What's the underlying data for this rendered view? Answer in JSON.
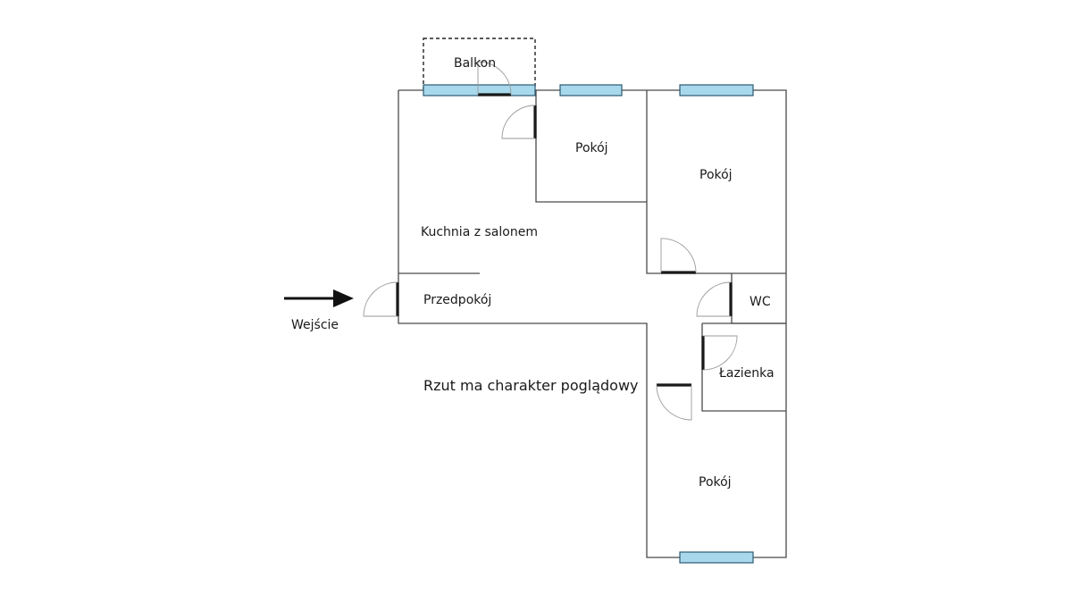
{
  "floorplan": {
    "rooms": {
      "balcony": "Balkon",
      "room_small": "Pokój",
      "room_top_right": "Pokój",
      "kitchen_living": "Kuchnia z salonem",
      "hallway": "Przedpokój",
      "wc": "WC",
      "bathroom": "Łazienka",
      "room_bottom": "Pokój"
    },
    "entrance": {
      "label": "Wejście",
      "icon": "arrow-right-icon"
    },
    "note": "Rzut ma charakter poglądowy",
    "colors": {
      "wall": "#4a4a4a",
      "window": "#a8d8ec",
      "door": "#1a1a1a",
      "background": "#ffffff"
    }
  }
}
